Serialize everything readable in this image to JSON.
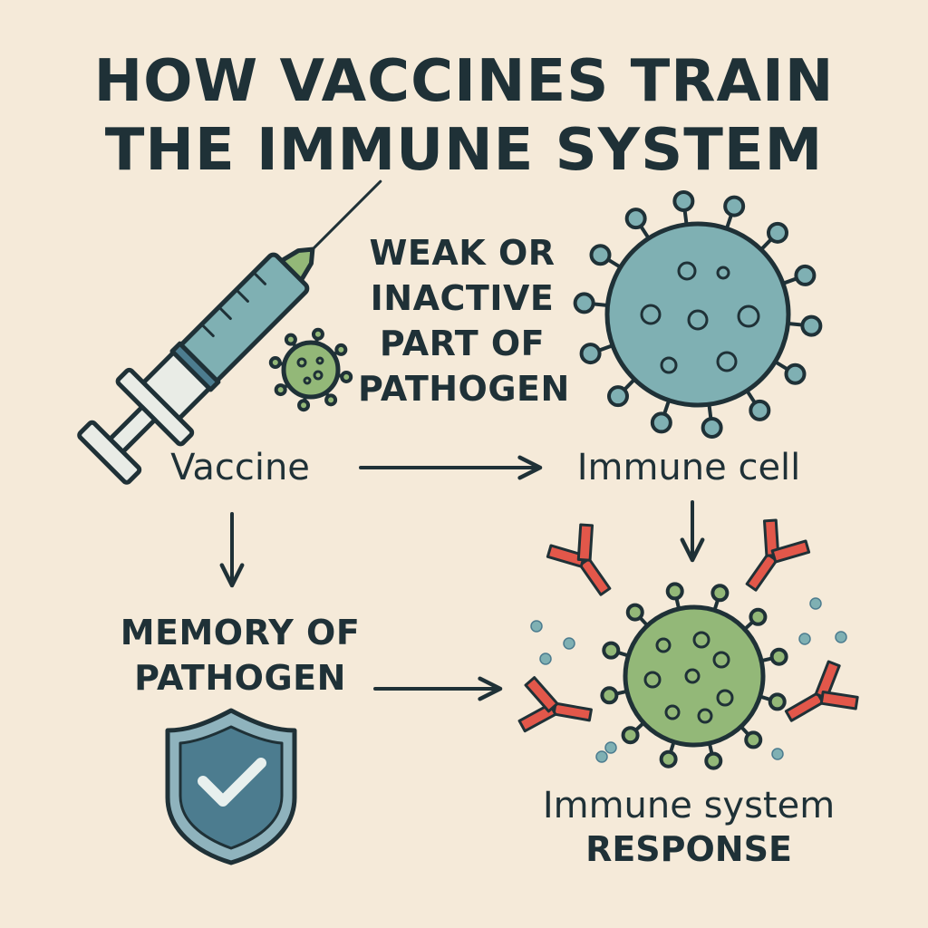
{
  "title": {
    "line1": "HOW VACCINES TRAIN",
    "line2": "THE IMMUNE SYSTEM"
  },
  "labels": {
    "weak": [
      "WEAK OR",
      "INACTIVE",
      "PART OF",
      "PATHOGEN"
    ],
    "vaccine": "Vaccine",
    "immune_cell": "Immune cell",
    "memory": [
      "MEMORY OF",
      "PATHOGEN"
    ],
    "response": [
      "Immune system",
      "RESPONSE"
    ]
  },
  "colors": {
    "background": "#f5ead9",
    "ink": "#1f3137",
    "teal": "#7fb0b3",
    "green": "#93b878",
    "antibody_red": "#e2574a",
    "shield_blue": "#4c7c8f"
  },
  "icons": [
    "syringe-icon",
    "small-pathogen-icon",
    "immune-cell-icon",
    "shield-check-icon",
    "antibody-icon",
    "pathogen-icon"
  ]
}
